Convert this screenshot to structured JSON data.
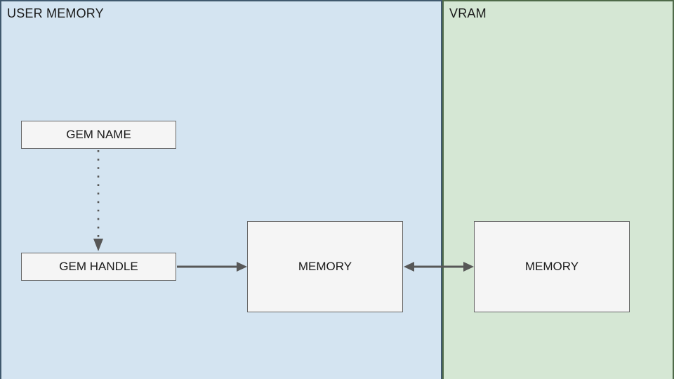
{
  "diagram": {
    "regions": {
      "user_memory": {
        "label": "USER MEMORY",
        "fill": "#d4e4f1",
        "border": "#40596e"
      },
      "vram": {
        "label": "VRAM",
        "fill": "#d5e7d4",
        "border": "#4f6a49"
      }
    },
    "nodes": {
      "gem_name": {
        "label": "GEM NAME",
        "region": "user_memory"
      },
      "gem_handle": {
        "label": "GEM HANDLE",
        "region": "user_memory"
      },
      "user_memory_block": {
        "label": "MEMORY",
        "region": "user_memory"
      },
      "vram_memory_block": {
        "label": "MEMORY",
        "region": "vram"
      }
    },
    "edges": [
      {
        "from": "gem_name",
        "to": "gem_handle",
        "style": "dotted",
        "arrows": "forward"
      },
      {
        "from": "gem_handle",
        "to": "user_memory_block",
        "style": "solid",
        "arrows": "forward"
      },
      {
        "from": "user_memory_block",
        "to": "vram_memory_block",
        "style": "solid",
        "arrows": "both"
      }
    ],
    "colors": {
      "node_fill": "#f5f5f5",
      "node_border": "#666666",
      "arrow": "#575757",
      "text": "#1a1a1a"
    }
  }
}
